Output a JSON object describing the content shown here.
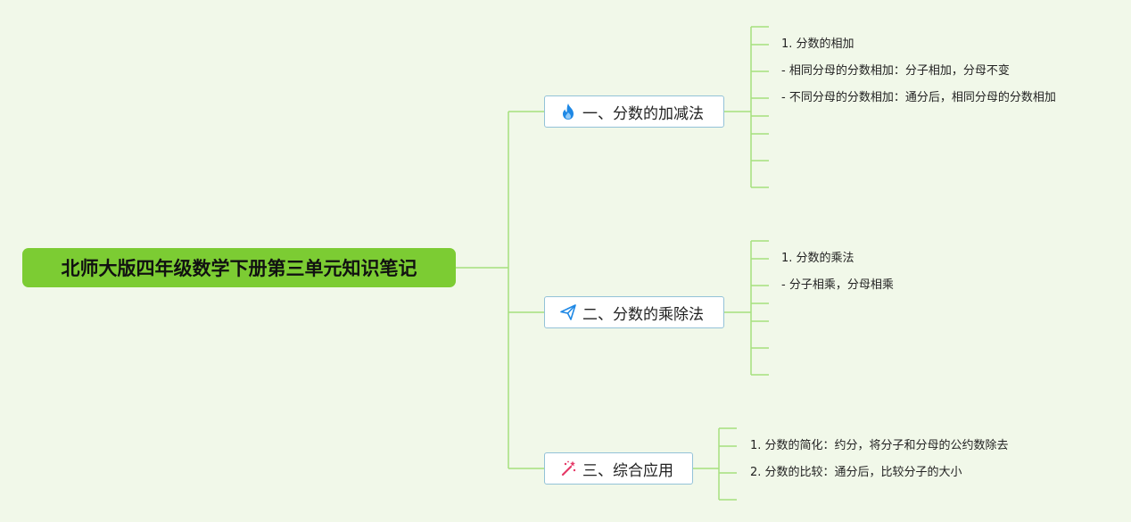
{
  "root": {
    "title": "北师大版四年级数学下册第三单元知识笔记"
  },
  "branches": [
    {
      "icon": "flame-icon",
      "title": "一、分数的加减法",
      "items": [
        "1. 分数的相加",
        "- 相同分母的分数相加：分子相加，分母不变",
        "- 不同分母的分数相加：通分后，相同分母的分数相加"
      ]
    },
    {
      "icon": "paper-plane-icon",
      "title": "二、分数的乘除法",
      "items": [
        "1. 分数的乘法",
        "- 分子相乘，分母相乘"
      ]
    },
    {
      "icon": "magic-wand-icon",
      "title": "三、综合应用",
      "items": [
        "1. 分数的简化：约分，将分子和分母的公约数除去",
        "2. 分数的比较：通分后，比较分子的大小"
      ]
    }
  ],
  "colors": {
    "background": "#f1f8e9",
    "root_fill": "#7ccc33",
    "connector": "#a6e07e",
    "branch_border": "#93c2d8",
    "flame": "#1e88e5",
    "plane": "#1e88e5",
    "wand": "#e53967"
  }
}
